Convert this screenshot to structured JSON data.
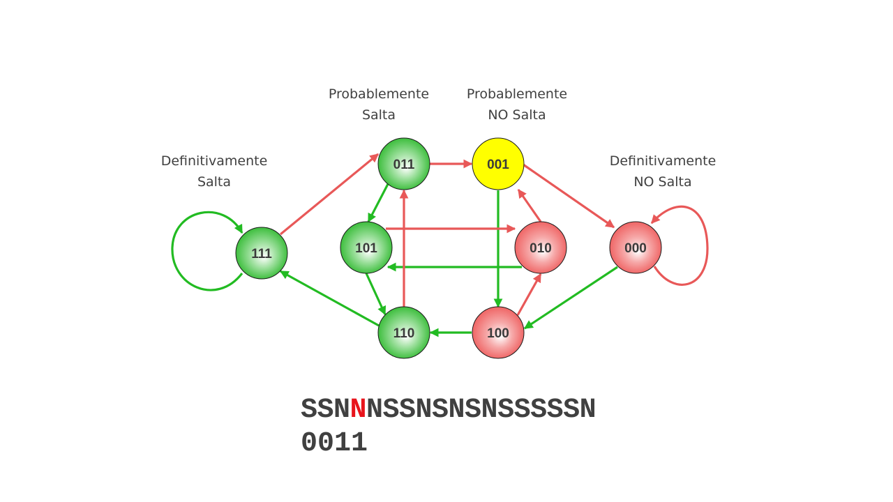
{
  "labels": {
    "definitivamente_salta": [
      "Definitivamente",
      "Salta"
    ],
    "probablemente_salta": [
      "Probablemente",
      "Salta"
    ],
    "probablemente_no_salta": [
      "Probablemente",
      "NO Salta"
    ],
    "definitivamente_no_salta": [
      "Definitivamente",
      "NO Salta"
    ]
  },
  "states": [
    {
      "id": "111",
      "fill": "green"
    },
    {
      "id": "011",
      "fill": "green"
    },
    {
      "id": "101",
      "fill": "green"
    },
    {
      "id": "110",
      "fill": "green"
    },
    {
      "id": "001",
      "fill": "yellow"
    },
    {
      "id": "010",
      "fill": "red"
    },
    {
      "id": "100",
      "fill": "red"
    },
    {
      "id": "000",
      "fill": "red"
    }
  ],
  "transitions": [
    {
      "from": "111",
      "to": "111",
      "color": "green"
    },
    {
      "from": "111",
      "to": "011",
      "color": "red"
    },
    {
      "from": "011",
      "to": "001",
      "color": "red"
    },
    {
      "from": "011",
      "to": "101",
      "color": "green"
    },
    {
      "from": "001",
      "to": "000",
      "color": "red"
    },
    {
      "from": "001",
      "to": "100",
      "color": "green"
    },
    {
      "from": "101",
      "to": "010",
      "color": "red"
    },
    {
      "from": "010",
      "to": "101",
      "color": "green"
    },
    {
      "from": "010",
      "to": "001",
      "color": "red"
    },
    {
      "from": "101",
      "to": "110",
      "color": "green"
    },
    {
      "from": "110",
      "to": "011",
      "color": "red"
    },
    {
      "from": "110",
      "to": "111",
      "color": "green"
    },
    {
      "from": "100",
      "to": "110",
      "color": "green"
    },
    {
      "from": "100",
      "to": "010",
      "color": "red"
    },
    {
      "from": "000",
      "to": "100",
      "color": "green"
    },
    {
      "from": "000",
      "to": "000",
      "color": "red"
    }
  ],
  "colors": {
    "green_edge": "#22bb22",
    "red_edge": "#e85858",
    "green_node": "#2db82d",
    "red_node": "#ee5a5a",
    "yellow_node": "#ffff00",
    "highlight": "#e8141c"
  },
  "sequence": {
    "before": "SSN",
    "highlight": "N",
    "after": "NSSNSNSNSSSSSN"
  },
  "current_state": "0011"
}
